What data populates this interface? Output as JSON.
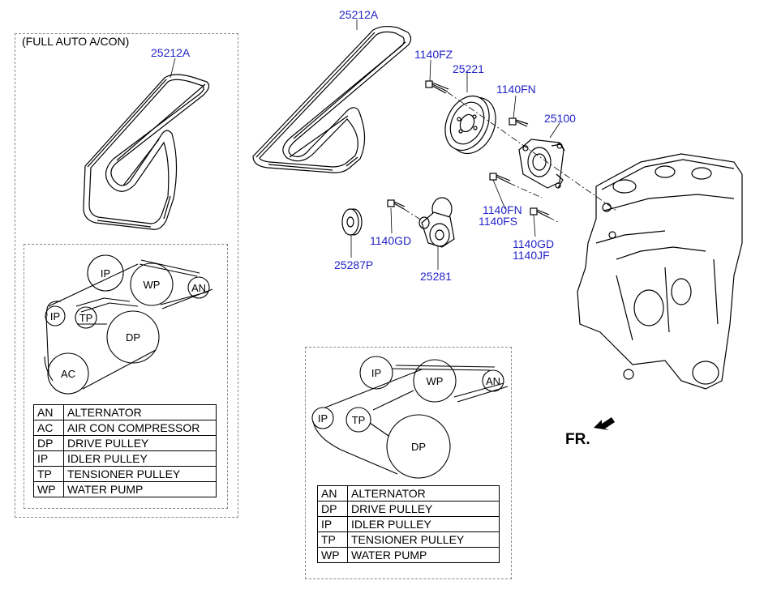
{
  "left_panel": {
    "title": "(FULL AUTO A/CON)",
    "belt_part": "25212A",
    "diagram": {
      "pulleys": [
        "IP",
        "WP",
        "AN",
        "IP",
        "TP",
        "DP",
        "AC"
      ]
    },
    "legend": [
      {
        "code": "AN",
        "name": "ALTERNATOR"
      },
      {
        "code": "AC",
        "name": "AIR CON COMPRESSOR"
      },
      {
        "code": "DP",
        "name": "DRIVE PULLEY"
      },
      {
        "code": "IP",
        "name": "IDLER PULLEY"
      },
      {
        "code": "TP",
        "name": "TENSIONER PULLEY"
      },
      {
        "code": "WP",
        "name": "WATER PUMP"
      }
    ]
  },
  "parts": {
    "belt_main": "25212A",
    "bolt_water_pump_pulley": "1140FZ",
    "water_pump_pulley": "25221",
    "bolt_water_pump_top": "1140FN",
    "water_pump": "25100",
    "bolt_water_pump_low_1": "1140FN",
    "bolt_water_pump_low_2": "1140FS",
    "bolt_water_pump_stud_1": "1140GD",
    "bolt_water_pump_stud_2": "1140JF",
    "bolt_tensioner": "1140GD",
    "idler_pulley": "25287P",
    "tensioner": "25281"
  },
  "front_marker": "FR.",
  "center_panel": {
    "diagram": {
      "pulleys": [
        "IP",
        "WP",
        "AN",
        "IP",
        "TP",
        "DP"
      ]
    },
    "legend": [
      {
        "code": "AN",
        "name": "ALTERNATOR"
      },
      {
        "code": "DP",
        "name": "DRIVE PULLEY"
      },
      {
        "code": "IP",
        "name": "IDLER PULLEY"
      },
      {
        "code": "TP",
        "name": "TENSIONER PULLEY"
      },
      {
        "code": "WP",
        "name": "WATER PUMP"
      }
    ]
  }
}
